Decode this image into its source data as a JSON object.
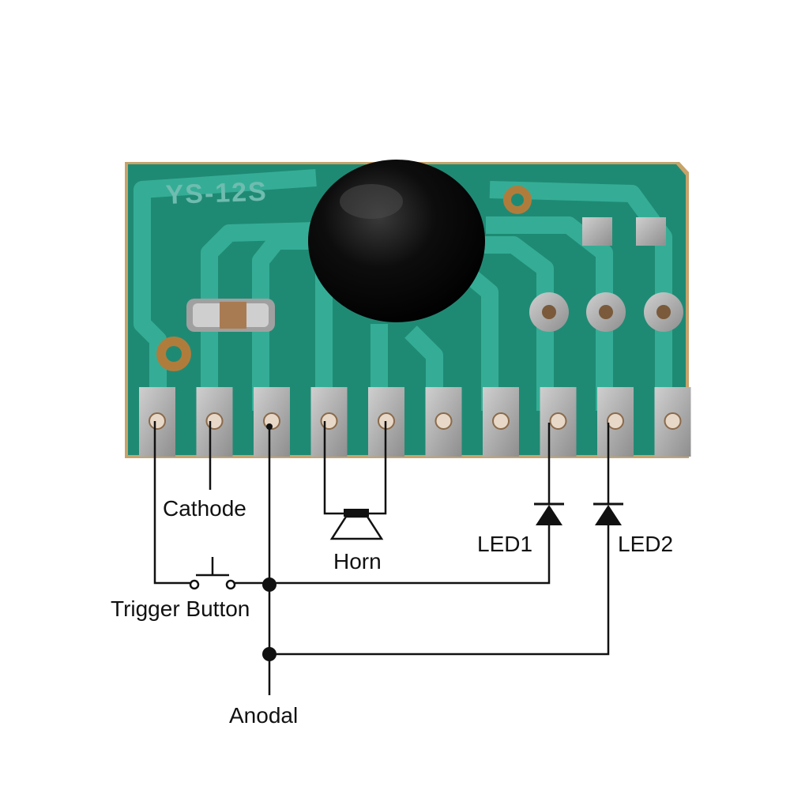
{
  "board": {
    "silkscreen": "YS-12S",
    "pcb_color": "#1f8a74",
    "trace_color": "#2fa892",
    "pad_color": "#a8a8a8",
    "pin_count": 10
  },
  "labels": {
    "cathode": "Cathode",
    "horn": "Horn",
    "led1": "LED1",
    "led2": "LED2",
    "trigger_button": "Trigger Button",
    "anodal": "Anodal"
  }
}
